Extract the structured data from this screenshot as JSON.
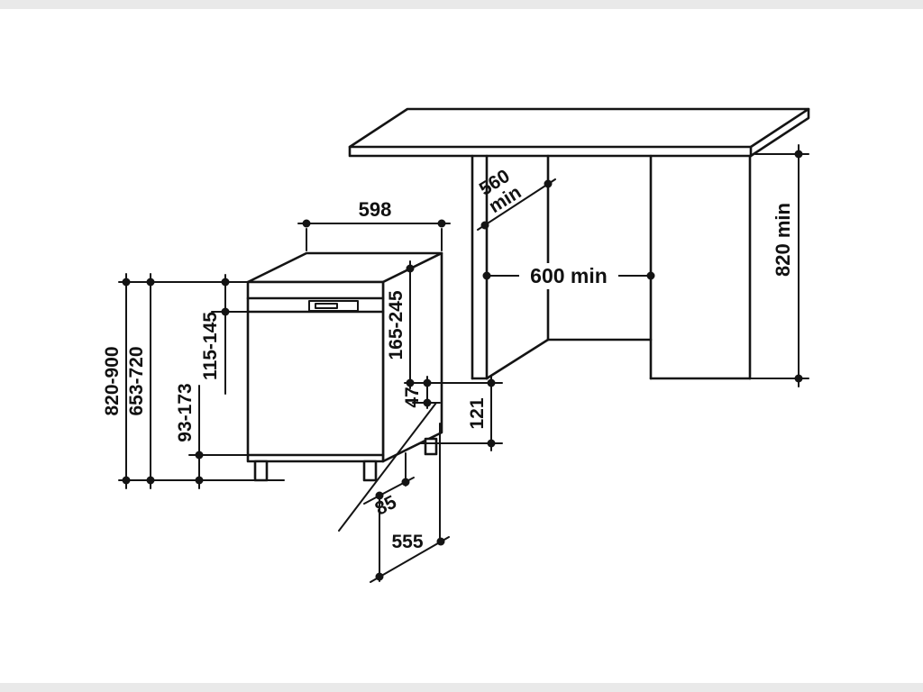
{
  "colors": {
    "line": "#141414",
    "background": "#ffffff",
    "page": "#e9e9e9"
  },
  "diagram": {
    "kind": "built-under dishwasher installation dimension drawing (mm)",
    "labels": {
      "width_598": "598",
      "depth_560_value": "560",
      "depth_560_unit": "min",
      "niche_600": "600 min",
      "height_820": "820 min",
      "range_820_900": "820-900",
      "range_653_720": "653-720",
      "range_115_145": "115-145",
      "range_93_173": "93-173",
      "range_165_245": "165-245",
      "val_47": "47",
      "val_121": "121",
      "val_85": "85",
      "val_555": "555"
    }
  }
}
